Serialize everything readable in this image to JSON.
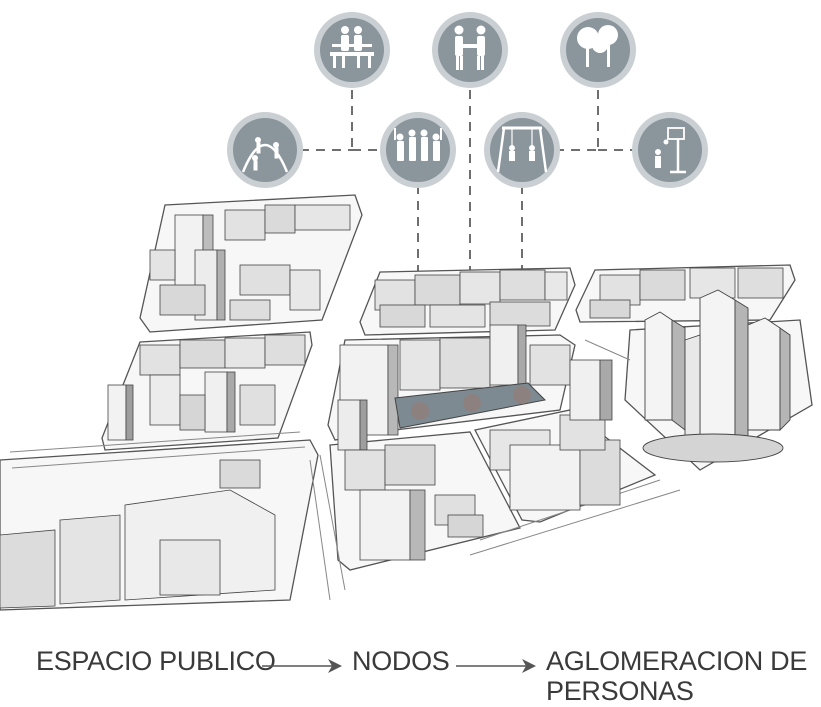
{
  "flow": {
    "step1": "ESPACIO PUBLICO",
    "step2": "NODOS",
    "step3_line1": "AGLOMERACION DE",
    "step3_line2": "PERSONAS"
  },
  "icons": [
    {
      "name": "bench-people-icon"
    },
    {
      "name": "handshake-icon"
    },
    {
      "name": "trees-icon"
    },
    {
      "name": "playground-arc-icon"
    },
    {
      "name": "crowd-icon"
    },
    {
      "name": "swings-icon"
    },
    {
      "name": "basketball-icon"
    }
  ],
  "colors": {
    "icon_fill": "#8a959c",
    "icon_ring": "#c9cfd3",
    "building_light": "#f2f2f2",
    "building_mid": "#d9d9d9",
    "building_dark": "#a8a8a8",
    "highlight_zone": "#7d8a92",
    "text": "#3a3a3a"
  }
}
